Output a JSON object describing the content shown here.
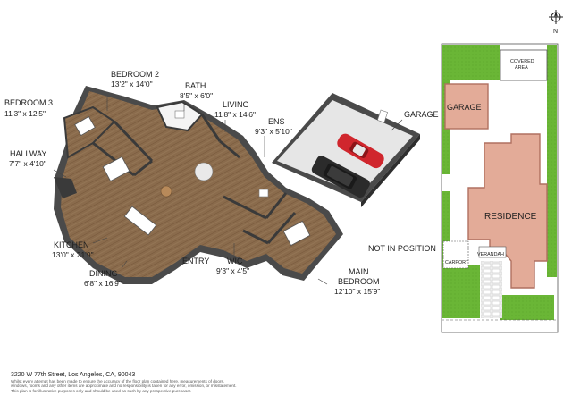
{
  "rooms": {
    "bedroom2": {
      "name": "BEDROOM 2",
      "dim": "13'2\" x 14'0\""
    },
    "bedroom3": {
      "name": "BEDROOM 3",
      "dim": "11'3\" x 12'5\""
    },
    "bath": {
      "name": "BATH",
      "dim": "8'5\" x 6'0\""
    },
    "living": {
      "name": "LIVING",
      "dim": "11'8\" x 14'6\""
    },
    "ens": {
      "name": "ENS",
      "dim": "9'3\" x 5'10\""
    },
    "hallway": {
      "name": "HALLWAY",
      "dim": "7'7\" x 4'10\""
    },
    "kitchen": {
      "name": "KITCHEN",
      "dim": "13'0\" x 21'9\""
    },
    "dining": {
      "name": "DINING",
      "dim": "6'8\" x 16'9\""
    },
    "entry": {
      "name": "ENTRY"
    },
    "wic": {
      "name": "WIC",
      "dim": "9'3\" x 4'5\""
    },
    "main_bedroom": {
      "name1": "MAIN",
      "name2": "BEDROOM",
      "dim": "12'10\" x 15'9\""
    },
    "garage": {
      "name": "GARAGE"
    }
  },
  "not_in_position": "NOT IN POSITION",
  "site_plan": {
    "covered_area_1": "COVERED",
    "covered_area_2": "AREA",
    "garage": "GARAGE",
    "residence": "RESIDENCE",
    "carport": "CARPORT",
    "verandah": "VERANDAH"
  },
  "compass": "N",
  "footer": {
    "address": "3220 W 77th Street, Los Angeles, CA, 90043",
    "disclaimer_1": "Whilst every attempt has been made to ensure the accuracy of the floor plan contained here, measurements of doors,",
    "disclaimer_2": "windows, rooms and any other items are approximate and no responsibility is taken for any error, omission, or misstatement.",
    "disclaimer_3": "This plan is for illustrative purposes only and should be used as such by any prospective purchaser."
  },
  "colors": {
    "wood_floor": "#8a6b4c",
    "wall_dark": "#3a3a3a",
    "lawn_green": "#6ab636",
    "residence_fill": "#e3ab98",
    "residence_stroke": "#b07060",
    "car_red": "#d0262d",
    "car_black": "#2b2b2b"
  }
}
